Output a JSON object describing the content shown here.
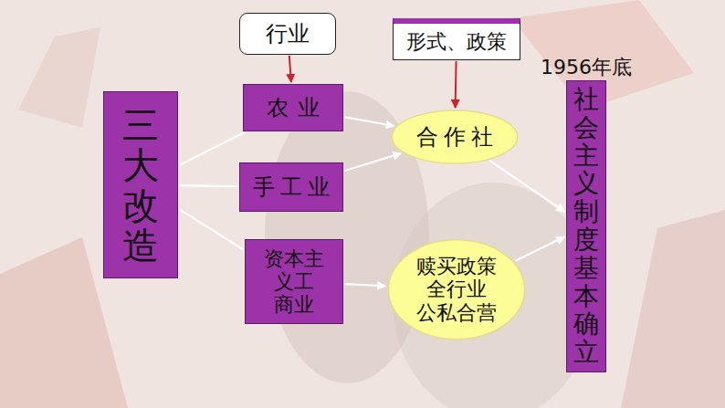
{
  "diagram": {
    "nodes": [
      {
        "text": [
          "行业"
        ]
      },
      {
        "text": [
          "形式、政策"
        ]
      },
      {
        "text": [
          "三大改造"
        ]
      },
      {
        "text": [
          "农业"
        ]
      },
      {
        "text": [
          "手工业"
        ]
      },
      {
        "text": [
          "资本主 义工 商业"
        ]
      },
      {
        "text": [
          "合作社"
        ]
      },
      {
        "text": [
          "赎买政策 全行业 公私合营"
        ]
      },
      {
        "text": [
          "1956年底",
          "社会主义制度基本确立"
        ]
      }
    ],
    "edges": [
      {
        "from": 0,
        "to": 3,
        "arrow": "to"
      },
      {
        "from": 1,
        "to": 6,
        "arrow": "to"
      },
      {
        "from": 2,
        "to": 3,
        "arrow": "none"
      },
      {
        "from": 2,
        "to": 4,
        "arrow": "none"
      },
      {
        "from": 2,
        "to": 5,
        "arrow": "none"
      },
      {
        "from": 3,
        "to": 6,
        "arrow": "to"
      },
      {
        "from": 4,
        "to": 6,
        "arrow": "to"
      },
      {
        "from": 5,
        "to": 7,
        "arrow": "to"
      },
      {
        "from": 6,
        "to": 8,
        "arrow": "to"
      },
      {
        "from": 7,
        "to": 8,
        "arrow": "to"
      }
    ]
  }
}
